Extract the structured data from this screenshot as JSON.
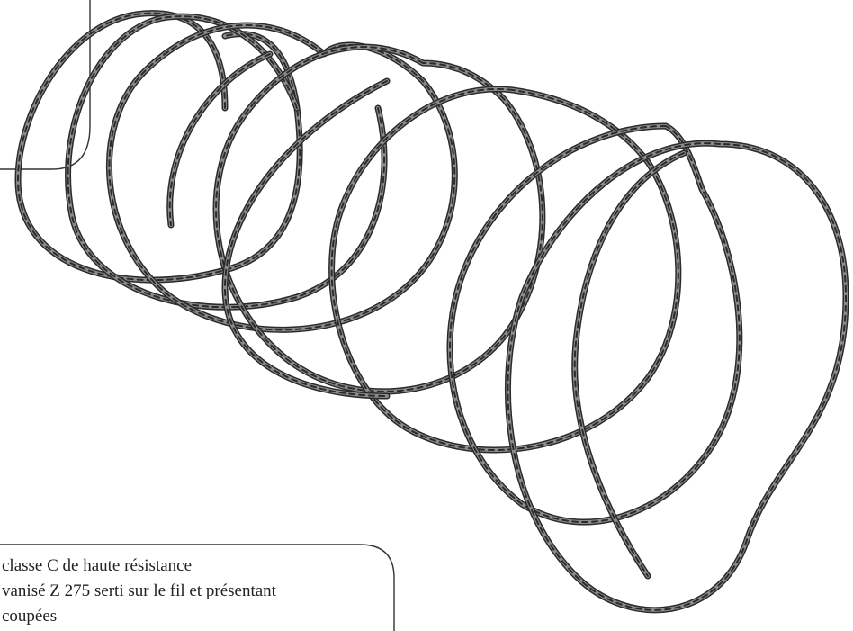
{
  "figure": {
    "description_lines": [
      "classe C de haute résistance",
      "vanisé Z 275 serti sur le fil et présentant",
      "coupées"
    ]
  },
  "colors": {
    "stroke": "#2b2b2b",
    "fill": "#8c8c8c",
    "background": "#ffffff"
  }
}
